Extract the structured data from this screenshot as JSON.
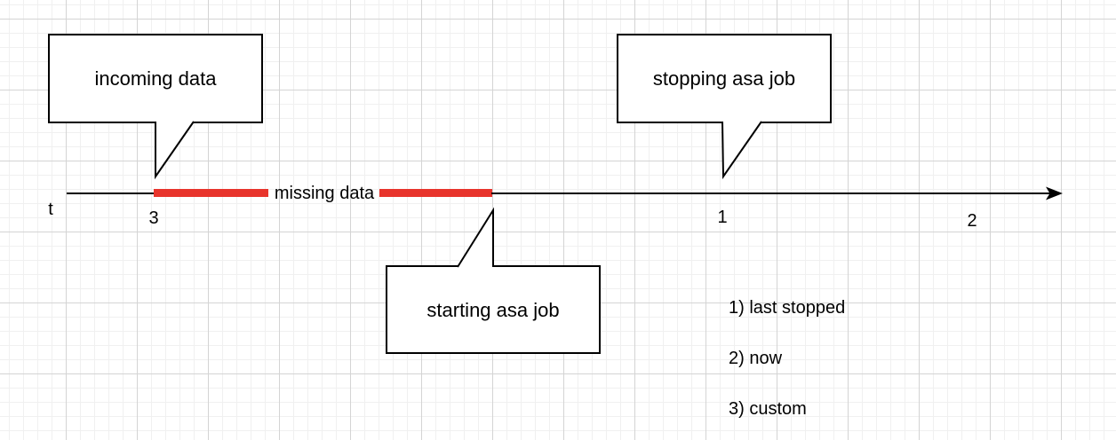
{
  "colors": {
    "stroke": "#000000",
    "shape_fill": "#ffffff",
    "missing_data_red": "#e8342c",
    "grid_minor": "#f0f0f0",
    "grid_major": "#d4d4d4"
  },
  "callouts": [
    {
      "label": "incoming data"
    },
    {
      "label": "stopping asa job"
    },
    {
      "label": "starting asa job"
    }
  ],
  "timeline": {
    "axis_label": "t",
    "tick_labels": [
      "3",
      "1",
      "2"
    ],
    "missing_data_label": "missing data"
  },
  "legend": {
    "items": [
      {
        "text": "1) last stopped"
      },
      {
        "text": "2) now"
      },
      {
        "text": "3) custom"
      }
    ]
  }
}
